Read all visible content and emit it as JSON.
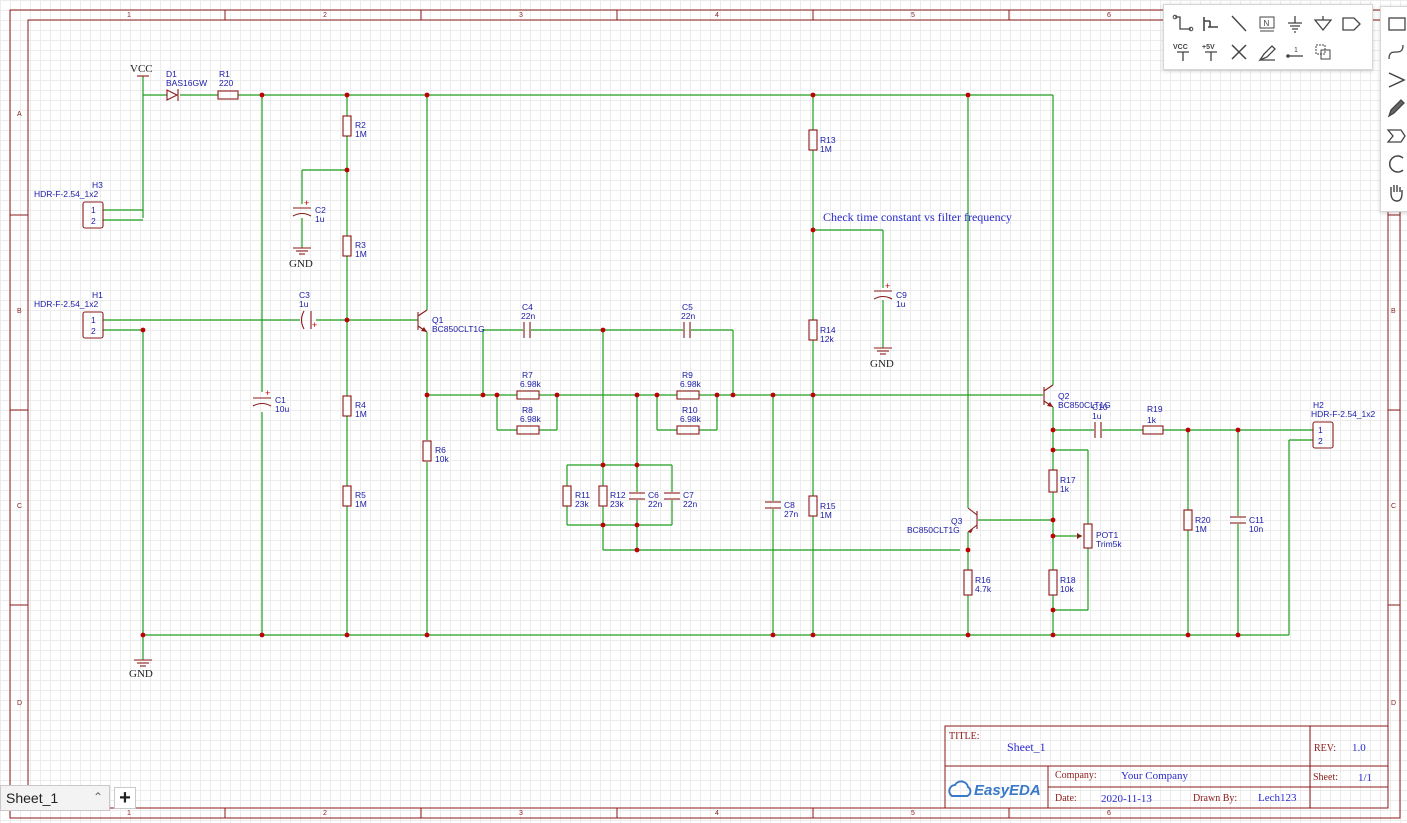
{
  "sheet": {
    "zones_top": [
      "1",
      "2",
      "3",
      "4",
      "5",
      "6"
    ],
    "zones_side": [
      "A",
      "B",
      "C",
      "D"
    ]
  },
  "nets": {
    "vcc": "VCC",
    "gnd1": "GND",
    "gnd2": "GND",
    "gnd3": "GND"
  },
  "components": {
    "d1": {
      "ref": "D1",
      "value": "BAS16GW"
    },
    "r1": {
      "ref": "R1",
      "value": "220"
    },
    "r2": {
      "ref": "R2",
      "value": "1M"
    },
    "r3": {
      "ref": "R3",
      "value": "1M"
    },
    "r4": {
      "ref": "R4",
      "value": "1M"
    },
    "r5": {
      "ref": "R5",
      "value": "1M"
    },
    "r6": {
      "ref": "R6",
      "value": "10k"
    },
    "r7": {
      "ref": "R7",
      "value": "6.98k"
    },
    "r8": {
      "ref": "R8",
      "value": "6.98k"
    },
    "r9": {
      "ref": "R9",
      "value": "6.98k"
    },
    "r10": {
      "ref": "R10",
      "value": "6.98k"
    },
    "r11": {
      "ref": "R11",
      "value": "23k"
    },
    "r12": {
      "ref": "R12",
      "value": "23k"
    },
    "r13": {
      "ref": "R13",
      "value": "1M"
    },
    "r14": {
      "ref": "R14",
      "value": "12k"
    },
    "r15": {
      "ref": "R15",
      "value": "1M"
    },
    "r16": {
      "ref": "R16",
      "value": "4.7k"
    },
    "r17": {
      "ref": "R17",
      "value": "1k"
    },
    "r18": {
      "ref": "R18",
      "value": "10k"
    },
    "r19": {
      "ref": "R19",
      "value": "1k"
    },
    "r20": {
      "ref": "R20",
      "value": "1M"
    },
    "c1": {
      "ref": "C1",
      "value": "10u"
    },
    "c2": {
      "ref": "C2",
      "value": "1u"
    },
    "c3": {
      "ref": "C3",
      "value": "1u"
    },
    "c4": {
      "ref": "C4",
      "value": "22n"
    },
    "c5": {
      "ref": "C5",
      "value": "22n"
    },
    "c6": {
      "ref": "C6",
      "value": "22n"
    },
    "c7": {
      "ref": "C7",
      "value": "22n"
    },
    "c8": {
      "ref": "C8",
      "value": "27n"
    },
    "c9": {
      "ref": "C9",
      "value": "1u"
    },
    "c10": {
      "ref": "C10",
      "value": "1u"
    },
    "c11": {
      "ref": "C11",
      "value": "10n"
    },
    "q1": {
      "ref": "Q1",
      "value": "BC850CLT1G"
    },
    "q2": {
      "ref": "Q2",
      "value": "BC850CLT1G"
    },
    "q3": {
      "ref": "Q3",
      "value": "BC850CLT1G"
    },
    "pot1": {
      "ref": "POT1",
      "value": "Trim5k"
    },
    "h1": {
      "ref": "H1",
      "value": "HDR-F-2.54_1x2",
      "pin1": "1",
      "pin2": "2"
    },
    "h2": {
      "ref": "H2",
      "value": "HDR-F-2.54_1x2",
      "pin1": "1",
      "pin2": "2"
    },
    "h3": {
      "ref": "H3",
      "value": "HDR-F-2.54_1x2",
      "pin1": "1",
      "pin2": "2"
    }
  },
  "annotation": "Check time constant vs filter frequency",
  "titleblock": {
    "title_label": "TITLE:",
    "title": "Sheet_1",
    "rev_label": "REV:",
    "rev": "1.0",
    "company_label": "Company:",
    "company": "Your Company",
    "sheet_label": "Sheet:",
    "sheet": "1/1",
    "date_label": "Date:",
    "date": "2020-11-13",
    "drawn_label": "Drawn By:",
    "drawn": "Lech123",
    "logo": "EasyEDA"
  },
  "toolbar": {
    "items": [
      "wire-icon",
      "bus-icon",
      "line-icon",
      "netlabel-icon",
      "ground-icon",
      "netport-gnd-icon",
      "netflag-icon",
      "vcc-icon",
      "plus5v-icon",
      "no-connect-icon",
      "probe-icon",
      "pin-icon",
      "group-icon"
    ],
    "vcc_text": "VCC",
    "plus5v_text": "+5V"
  },
  "tabs": {
    "sheet": "Sheet_1",
    "add": "+"
  }
}
